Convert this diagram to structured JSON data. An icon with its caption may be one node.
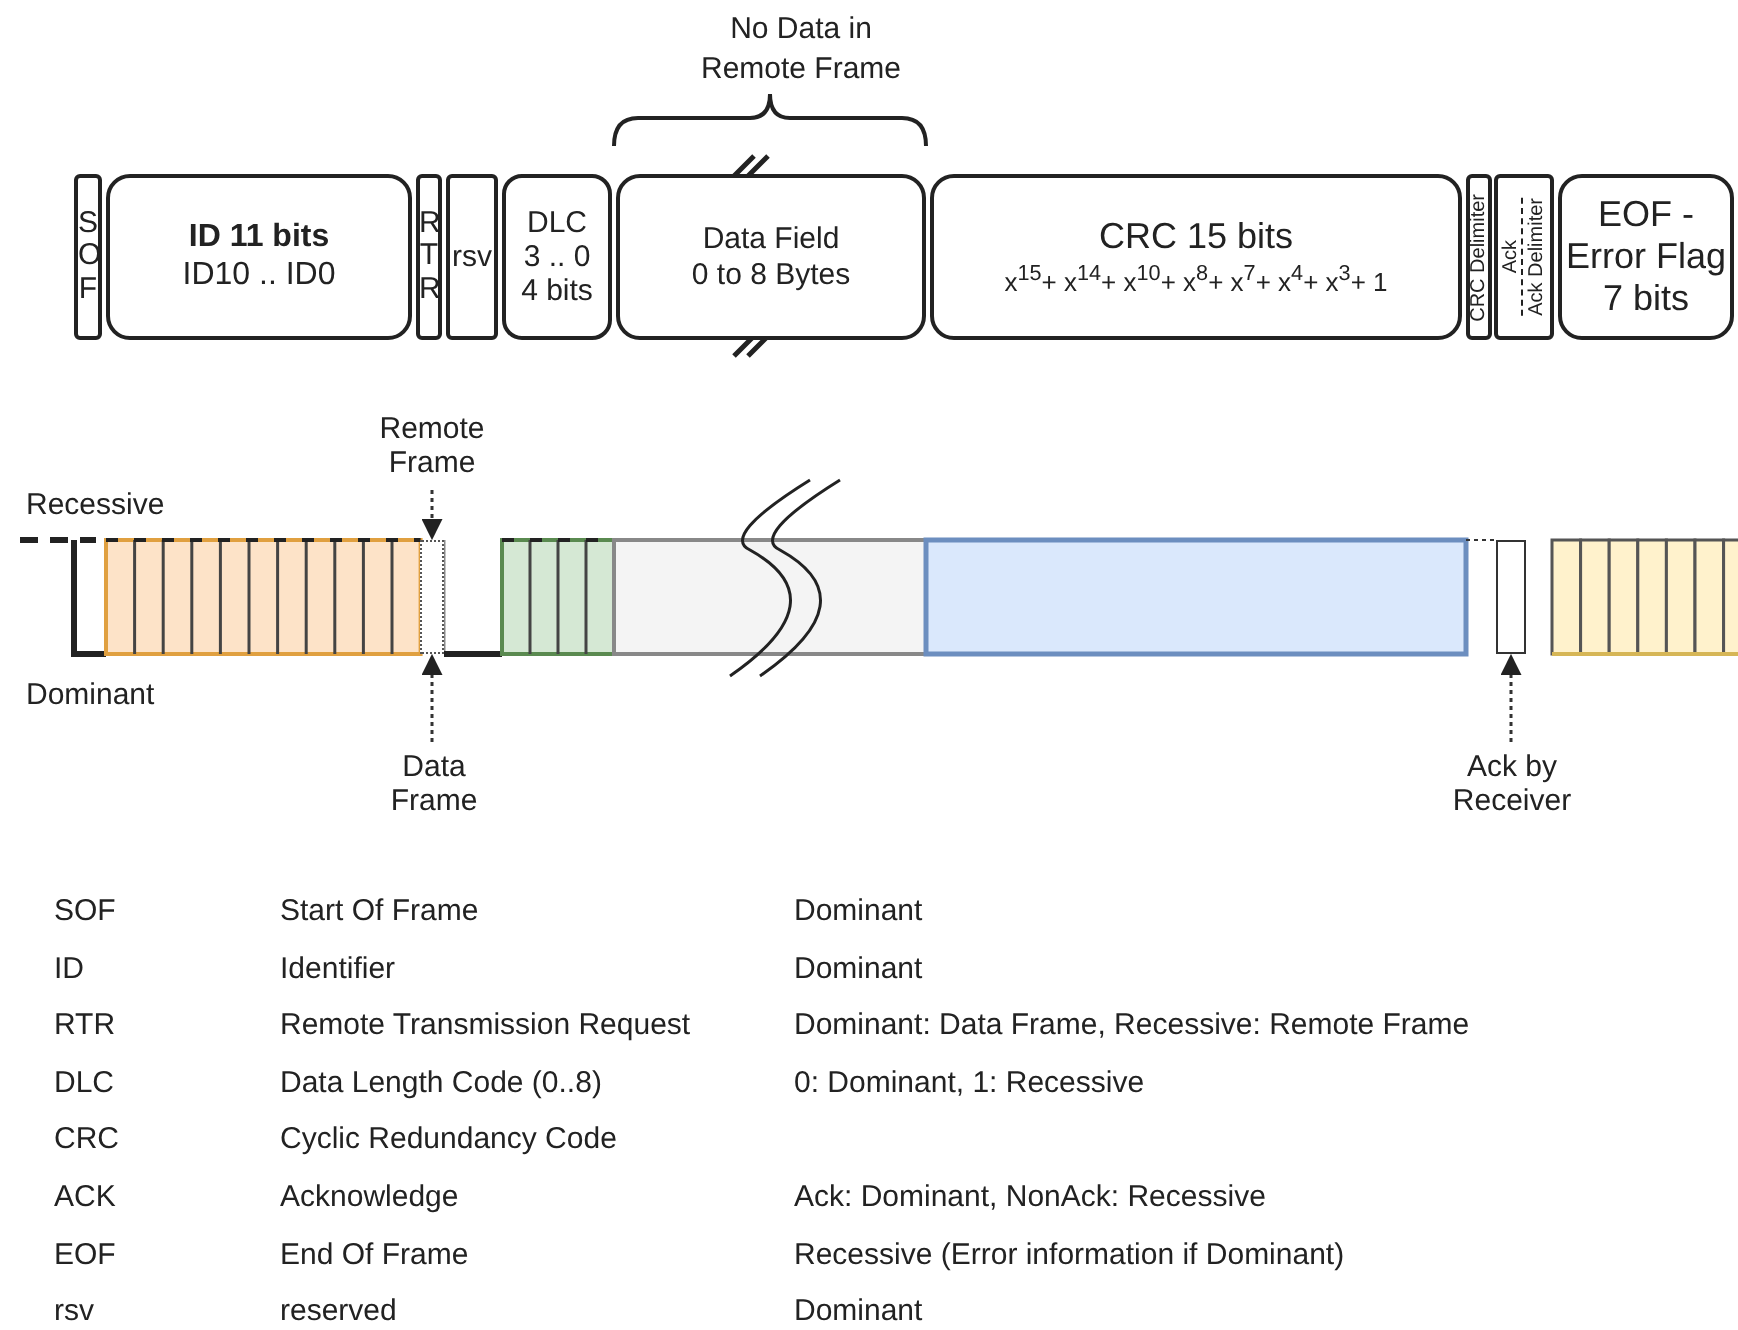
{
  "diagram": {
    "nodes": [
      {
        "text": [
          "S O F"
        ]
      },
      {
        "text": [
          "ID 11 bits",
          "ID10 .. ID0"
        ]
      },
      {
        "text": [
          "R T R"
        ]
      },
      {
        "text": [
          "rsv"
        ]
      },
      {
        "text": [
          "DLC 3 .. 0 4 bits"
        ]
      },
      {
        "text": [
          "Data Field",
          "0 to 8 Bytes"
        ]
      },
      {
        "text": [
          "CRC 15 bits",
          "x$^{15}$+ x$^{14}$+ x$^{10}$+ x$^{8}$+ x$^{7}$+ x$^{4}$+ x$^{3}$+ 1"
        ]
      },
      {
        "text": [
          "CRC Delimiter"
        ]
      },
      {
        "text": [
          "Ack",
          "Ack Delimiter"
        ]
      },
      {
        "text": [
          "EOF - Error Flag 7 bits"
        ]
      },
      {
        "text": [
          "Remote Frame"
        ]
      },
      {
        "text": [],
        "shape": "bar"
      },
      {
        "text": [
          "Data Frame"
        ]
      },
      {
        "text": [
          "Ack by Receiver"
        ]
      },
      {
        "text": [],
        "shape": "bar"
      }
    ],
    "edges": [
      {
        "from": 10,
        "to": 11,
        "arrow": "to",
        "style": "dashed"
      },
      {
        "from": 12,
        "to": 11,
        "arrow": "to",
        "style": "dashed"
      },
      {
        "from": 13,
        "to": 14,
        "arrow": "to",
        "style": "dashed"
      }
    ],
    "labels": [
      "No Data in Remote Frame",
      "Recessive",
      "Dominant",
      "SOF",
      "Start Of Frame",
      "Dominant",
      "ID",
      "Identifier",
      "Dominant",
      "RTR",
      "Remote Transmission Request",
      "Dominant: Data Frame, Recessive: Remote Frame",
      "DLC",
      "Data Length Code (0..8)",
      "0: Dominant, 1: Recessive",
      "CRC",
      "Cyclic Redundancy Code",
      "ACK",
      "Acknowledge",
      "Ack: Dominant, NonAck: Recessive",
      "EOF",
      "End Of Frame",
      "Recessive (Error information if Dominant)",
      "rsv",
      "reserved",
      "Dominant"
    ]
  }
}
